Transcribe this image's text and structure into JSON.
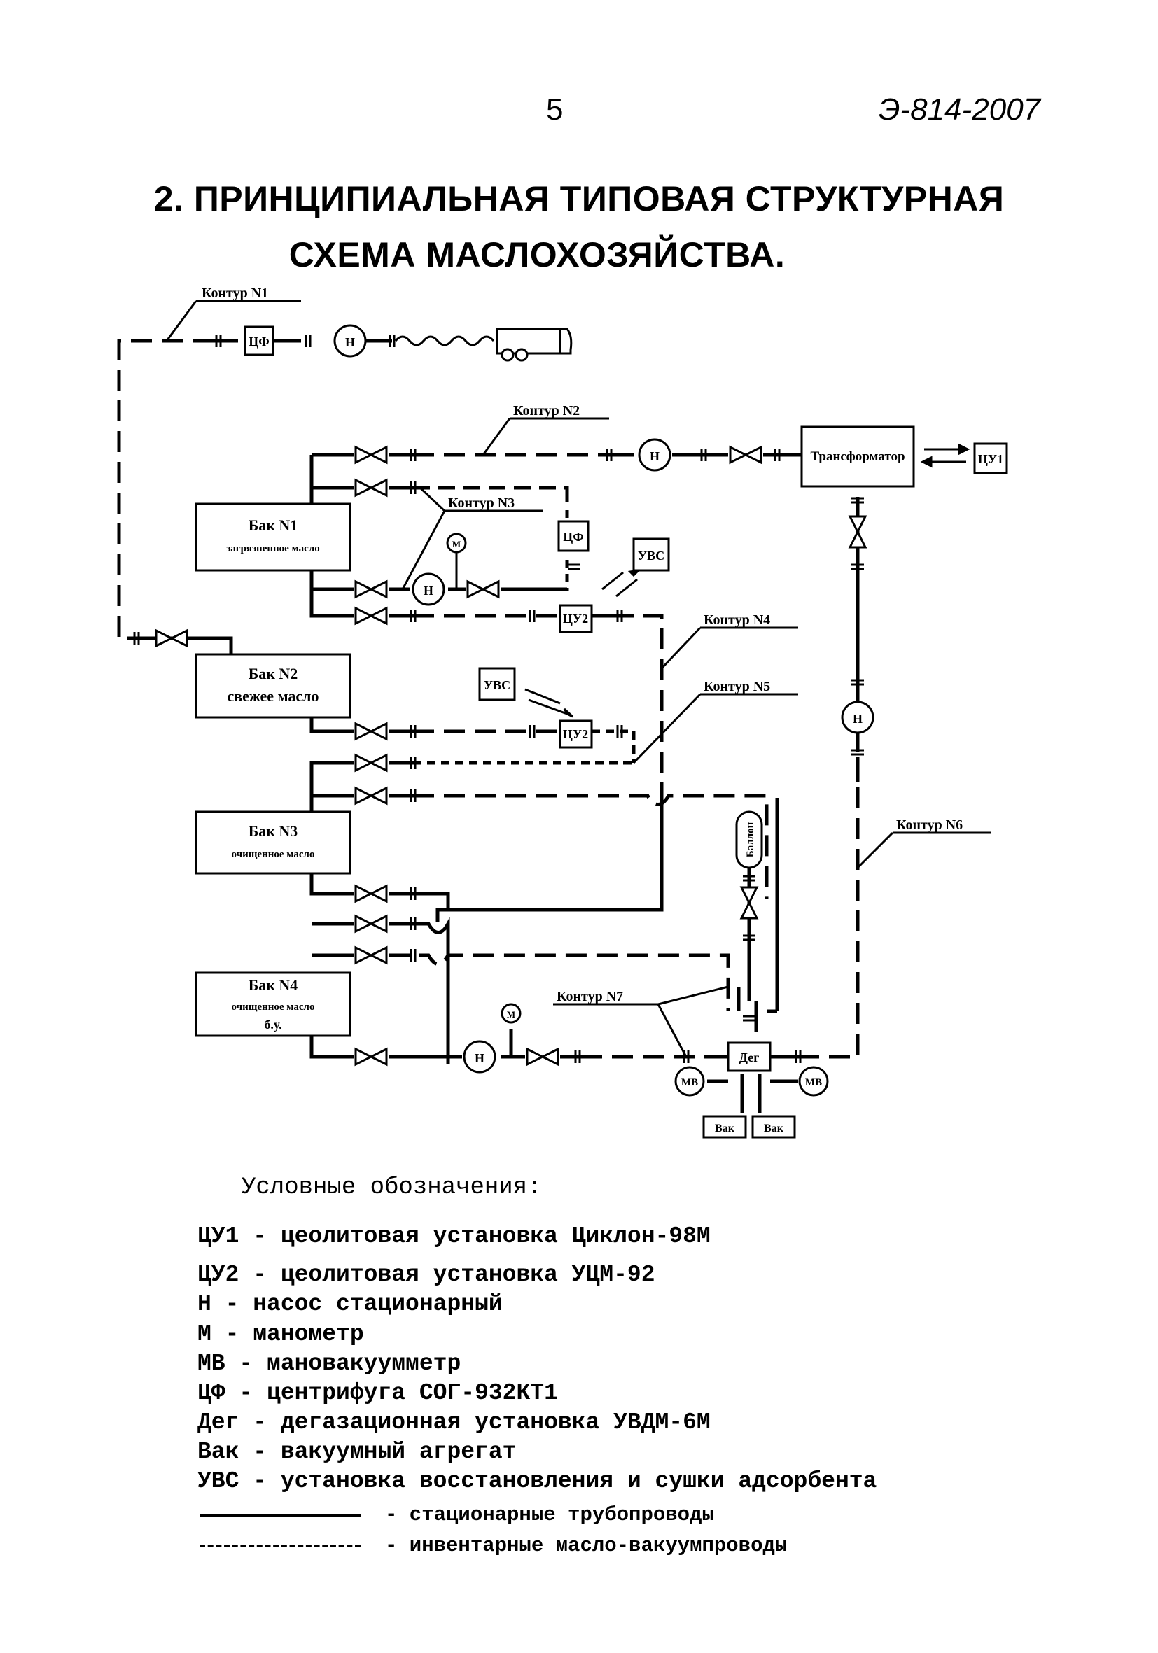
{
  "header": {
    "page_number": "5",
    "doc_code": "Э-814-2007"
  },
  "title": {
    "line1": "2. ПРИНЦИПИАЛЬНАЯ ТИПОВАЯ СТРУКТУРНАЯ",
    "line2": "СХЕМА МАСЛОХОЗЯЙСТВА."
  },
  "diagram": {
    "contours": {
      "k1": "Контур N1",
      "k2": "Контур N2",
      "k3": "Контур N3",
      "k4": "Контур N4",
      "k5": "Контур N5",
      "k6": "Контур N6",
      "k7": "Контур N7"
    },
    "tanks": {
      "tank1_name": "Бак N1",
      "tank1_desc": "загрязненное масло",
      "tank2_name": "Бак N2",
      "tank2_desc": "свежее масло",
      "tank3_name": "Бак N3",
      "tank3_desc": "очищенное масло",
      "tank4_name": "Бак N4",
      "tank4_desc": "очищенное масло",
      "tank4_desc2": "б.у."
    },
    "units": {
      "cf": "ЦФ",
      "pump": "Н",
      "manometer": "М",
      "transformer": "Трансформатор",
      "cu1": "ЦУ1",
      "cu2": "ЦУ2",
      "uvs": "УВС",
      "balloon": "Баллон",
      "deg": "Дег",
      "mv": "МВ",
      "vak": "Вак"
    }
  },
  "legend": {
    "heading": "Условные обозначения:",
    "items": [
      "ЦУ1 - цеолитовая установка Циклон-98М",
      "ЦУ2 - цеолитовая установка УЦМ-92",
      "Н - насос стационарный",
      "М - манометр",
      "МВ - мановакуумметр",
      "ЦФ - центрифуга СОГ-932КТ1",
      "Дег - дегазационная установка УВДМ-6М",
      "Вак - вакуумный агрегат",
      "УВС - установка восстановления и сушки адсорбента"
    ],
    "line_solid": "- стационарные трубопроводы",
    "line_dashed": "- инвентарные масло-вакуумпроводы"
  }
}
